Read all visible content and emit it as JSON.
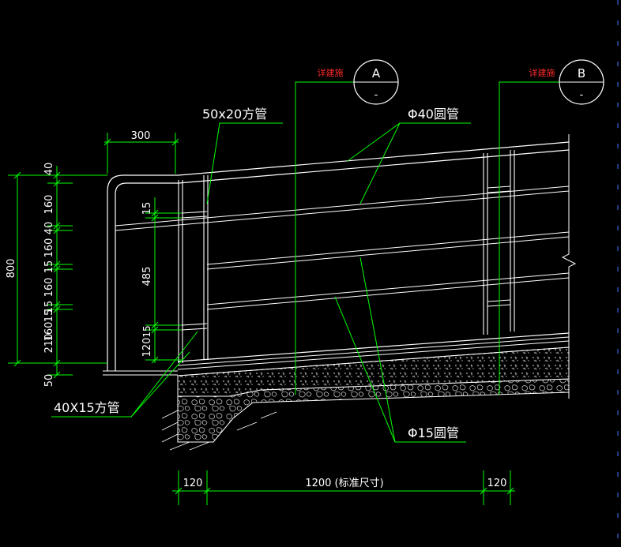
{
  "colors": {
    "background": "#000000",
    "drawing": "#ffffff",
    "dimension": "#00ff00",
    "leader": "#00ff00",
    "callout_red": "#ff2a2a",
    "grid_tick": "#3a7aff"
  },
  "references": {
    "a": {
      "note": "详建施",
      "letter": "A",
      "sub": "-"
    },
    "b": {
      "note": "详建施",
      "letter": "B",
      "sub": "-"
    }
  },
  "labels": {
    "square_tube_top": "50x20方管",
    "round_tube_40": "Φ40圆管",
    "square_tube_bottom": "40X15方管",
    "round_tube_15": "Φ15圆管"
  },
  "dimensions": {
    "top_300": "300",
    "left_total": "800",
    "left_chain": [
      "40",
      "160",
      "40",
      "160",
      "15",
      "160",
      "15",
      "160",
      "15",
      "210",
      "50"
    ],
    "inner_15": "15",
    "inner_485": "485",
    "inner_120": "120",
    "inner_15b": "15",
    "bottom_left": "120",
    "bottom_main": "1200 (标准尺寸)",
    "bottom_right": "120"
  }
}
